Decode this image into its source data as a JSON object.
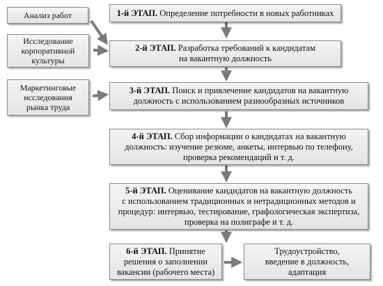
{
  "side_boxes": [
    {
      "text": "Анализ работ"
    },
    {
      "text": "Исследование\nкорпоративной\nкультуры"
    },
    {
      "text": "Маркетинговые\nисследования\nрынка труда"
    }
  ],
  "stages": [
    {
      "label": "1-й ЭТАП.",
      "text": " Определение потребности в новых работниках"
    },
    {
      "label": "2-й ЭТАП.",
      "text": " Разработка требований к кандидатам\nна вакантную должность"
    },
    {
      "label": "3-й ЭТАП.",
      "text": " Поиск и привлечение кандидатов на вакантную\nдолжность с использованием разнообразных источников"
    },
    {
      "label": "4-й ЭТАП.",
      "text": " Сбор информации о кандидатах на вакантную\nдолжность: изучение резюме, анкеты, интервью по телефону,\nпроверка рекомендаций и т. д."
    },
    {
      "label": "5-й ЭТАП.",
      "text": " Оценивание кандидатов на вакантную должность\nс использованием традиционных и нетрадиционных методов и\nпроцедур: интервью, тестирование, графологическая экспертиза,\nпроверка на полиграфе и т. д."
    },
    {
      "label": "6-й ЭТАП.",
      "text": " Принятие\nрешения о заполнении\nвакансии (рабочего места)"
    }
  ],
  "result": {
    "text": "Трудоустройство,\nвведение в должность,\nадаптация"
  },
  "colors": {
    "box_fill": "#e8e8e8",
    "border": "#8a8a8a",
    "arrow": "#7a7a7a"
  }
}
